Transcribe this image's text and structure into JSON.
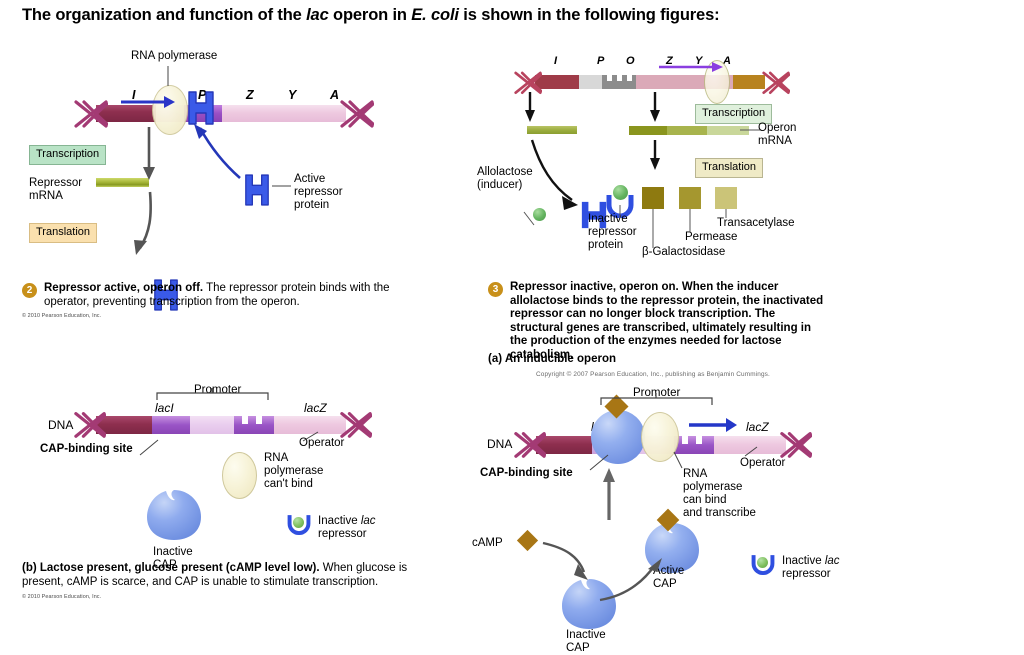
{
  "title": {
    "pre": "The organization and function of the ",
    "ital1": "lac",
    "mid": " operon in ",
    "ital2": "E. coli",
    "post": " is shown in the following figures:"
  },
  "panel2": {
    "rna_polymerase_label": "RNA polymerase",
    "genes": [
      "I",
      "P",
      "Z",
      "Y",
      "A"
    ],
    "transcription_box": "Transcription",
    "translation_box": "Translation",
    "repressor_mrna": "Repressor\nmRNA",
    "repressor_mrna_l1": "Repressor",
    "repressor_mrna_l2": "mRNA",
    "active_repressor_l1": "Active",
    "active_repressor_l2": "repressor",
    "active_repressor_l3": "protein",
    "badge": "2",
    "caption_bold": "Repressor active, operon off.",
    "caption_rest": " The repressor protein binds with the operator, preventing transcription from the operon.",
    "copyright": "© 2010 Pearson Education, Inc."
  },
  "panel3": {
    "genes": [
      "I",
      "P",
      "O",
      "Z",
      "Y",
      "A"
    ],
    "transcription_box": "Transcription",
    "translation_box": "Translation",
    "operon_mrna_l1": "Operon",
    "operon_mrna_l2": "mRNA",
    "allolactose_l1": "Allolactose",
    "allolactose_l2": "(inducer)",
    "inactive_repressor_l1": "Inactive",
    "inactive_repressor_l2": "repressor",
    "inactive_repressor_l3": "protein",
    "enzyme1": "β-Galactosidase",
    "enzyme2": "Permease",
    "enzyme3": "Transacetylase",
    "badge": "3",
    "caption_bold": "Repressor inactive, operon on.",
    "caption_rest": " When the inducer allolactose binds to the repressor protein, the inactivated repressor can no longer block transcription. The structural genes are transcribed, ultimately resulting in the production of the enzymes needed for lactose catabolism.",
    "subcaption": "(a) An inducible operon",
    "copyright": "Copyright © 2007 Pearson Education, Inc., publishing as Benjamin Cummings."
  },
  "panelB": {
    "dna_label": "DNA",
    "promoter": "Promoter",
    "lacI": "lacI",
    "lacZ": "lacZ",
    "cap_binding_site": "CAP-binding site",
    "operator": "Operator",
    "rnap_l1": "RNA",
    "rnap_l2": "polymerase",
    "rnap_l3": "can't bind",
    "inactive_cap_l1": "Inactive",
    "inactive_cap_l2": "CAP",
    "inactive_rep_l1_pre": "Inactive ",
    "inactive_rep_l1_ital": "lac",
    "inactive_rep_l2": "repressor",
    "caption_bold": "(b) Lactose present, glucose present (cAMP level low).",
    "caption_rest": " When glucose is present, cAMP is scarce, and CAP is unable to stimulate transcription.",
    "copyright": "© 2010 Pearson Education, Inc."
  },
  "panelC": {
    "dna_label": "DNA",
    "promoter": "Promoter",
    "lacI": "lacI",
    "lacZ": "lacZ",
    "cap_binding_site": "CAP-binding site",
    "operator": "Operator",
    "rnap_l1": "RNA",
    "rnap_l2": "polymerase",
    "rnap_l3": "can bind",
    "rnap_l4": "and transcribe",
    "camp": "cAMP",
    "active_cap_l1": "Active",
    "active_cap_l2": "CAP",
    "inactive_cap_l1": "Inactive",
    "inactive_cap_l2": "CAP",
    "inactive_rep_l1_pre": "Inactive ",
    "inactive_rep_l1_ital": "lac",
    "inactive_rep_l2": "repressor"
  },
  "colors": {
    "dna_dark_red": "#8e2f4f",
    "dna_mid_red": "#a23a52",
    "dna_pink": "#e2b5cc",
    "helix_purple": "#a33a74",
    "repressor_blue": "#2f4fe0",
    "cap_blue": "#7fa0e8",
    "camp_gold": "#b5801c",
    "allolactose_green": "#64b460",
    "mrna_olive": "#9aac3d",
    "badge_gold": "#c8901a",
    "arrow_purple": "#8a3ee0"
  }
}
